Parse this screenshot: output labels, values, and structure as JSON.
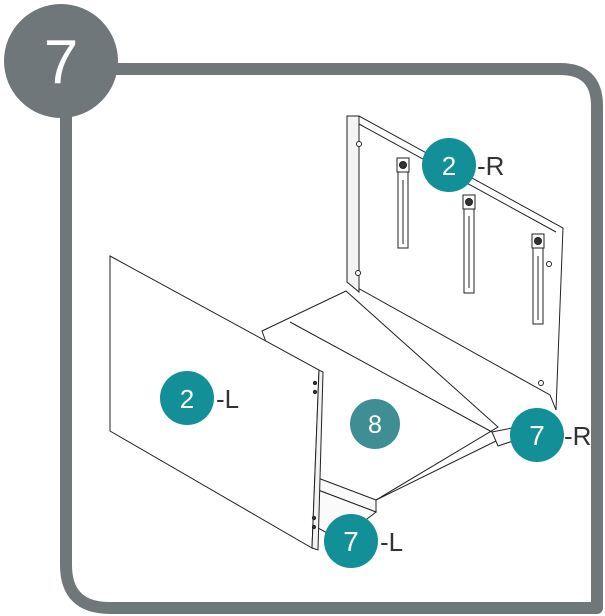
{
  "step": {
    "number": "7"
  },
  "colors": {
    "frame": "#6f777b",
    "badge_teal": "#128f97",
    "badge_muted": "#3f8e93",
    "line": "#222222"
  },
  "labels": {
    "back_panel_num": "2",
    "back_panel_suffix": "-R",
    "left_panel_num": "2",
    "left_panel_suffix": "-L",
    "bottom_num": "8",
    "rail_right_num": "7",
    "rail_right_suffix": "-R",
    "rail_left_num": "7",
    "rail_left_suffix": "-L"
  }
}
